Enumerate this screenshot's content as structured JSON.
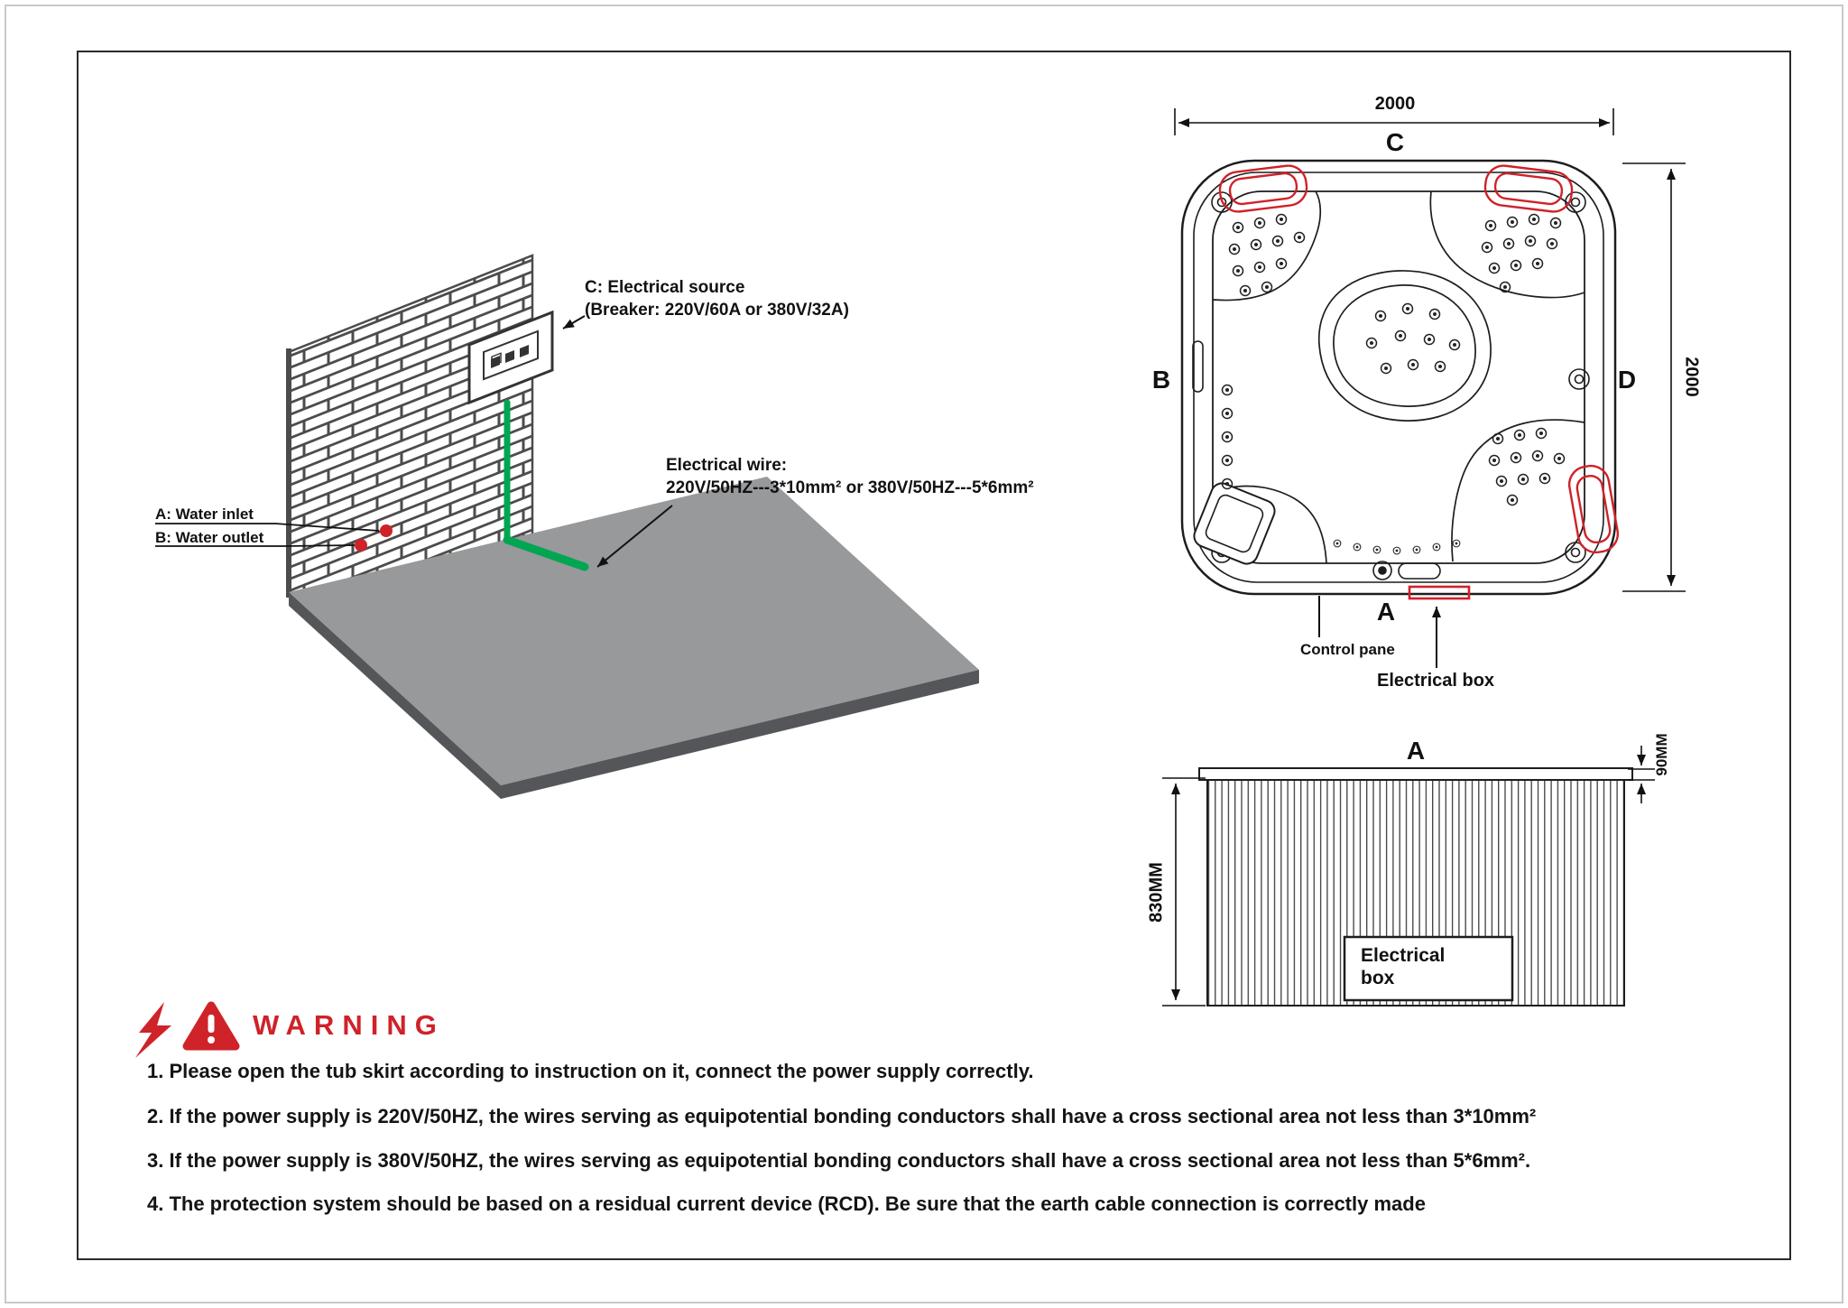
{
  "colors": {
    "accent-red": "#cf2229",
    "wire-green": "#00a651",
    "floor-gray": "#97999b",
    "floor-edge": "#55565a"
  },
  "scene": {
    "electrical_source_label": "C:  Electrical source",
    "breaker_label": "(Breaker: 220V/60A or 380V/32A)",
    "electrical_wire_label": "Electrical wire:",
    "electrical_wire_spec": "220V/50HZ---3*10mm² or 380V/50HZ---5*6mm²",
    "water_inlet_label": "A: Water inlet",
    "water_outlet_label": "B: Water outlet"
  },
  "top_view": {
    "dim_width": "2000",
    "dim_height": "2000",
    "side_c": "C",
    "side_b": "B",
    "side_d": "D",
    "side_a": "A",
    "control_panel_label": "Control pane",
    "electrical_box_label": "Electrical box"
  },
  "side_view": {
    "side_label": "A",
    "dim_height": "830MM",
    "dim_lip": "90MM",
    "electrical_box_label": "Electrical box"
  },
  "warning": {
    "title": "WARNING",
    "items": [
      "1. Please open the tub skirt according to instruction on it, connect the power supply correctly.",
      "2. If the power supply is 220V/50HZ, the wires serving as equipotential bonding conductors shall have a cross sectional area not less than 3*10mm²",
      "3. If the power supply is 380V/50HZ, the wires serving as equipotential bonding conductors shall have a cross sectional area not less than 5*6mm².",
      "4. The protection system should be based on a residual current device (RCD). Be sure that the earth cable connection is correctly made"
    ]
  }
}
